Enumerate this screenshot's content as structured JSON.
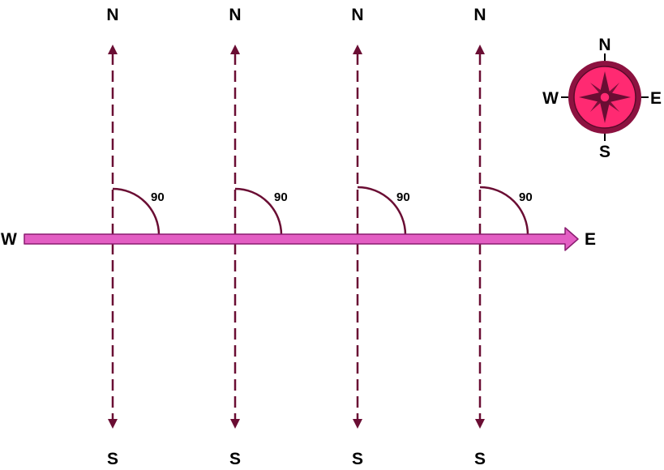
{
  "meridians": [
    {
      "north_label": "N",
      "south_label": "S",
      "angle_label": "90"
    },
    {
      "north_label": "N",
      "south_label": "S",
      "angle_label": "90"
    },
    {
      "north_label": "N",
      "south_label": "S",
      "angle_label": "90"
    },
    {
      "north_label": "N",
      "south_label": "S",
      "angle_label": "90"
    }
  ],
  "east_west_line": {
    "west_label": "W",
    "east_label": "E"
  },
  "compass": {
    "n": "N",
    "s": "S",
    "e": "E",
    "w": "W"
  },
  "colors": {
    "meridian": "#6a0d33",
    "arrow_fill": "#e35ec3",
    "arrow_stroke": "#8a1d70",
    "compass_outer": "#8c1240",
    "compass_inner": "#ff2a72",
    "compass_star": "#6a0d33"
  }
}
